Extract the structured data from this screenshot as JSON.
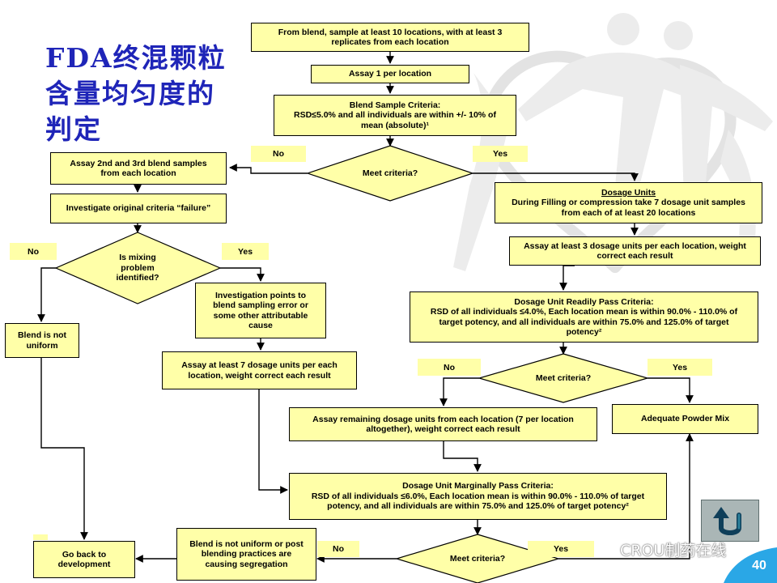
{
  "slide": {
    "title": "FDA终混颗粒含量均匀度的判定",
    "page_number": "40",
    "watermark": "CROU制药在线",
    "colors": {
      "box_fill": "#ffffa8",
      "title": "#1f25b8",
      "corner": "#2aa7e6",
      "line": "#000000"
    }
  },
  "flow": {
    "start": {
      "line1": "From blend, sample at least 10 locations, with at least 3",
      "line2": "replicates from each location"
    },
    "assay1": "Assay 1 per location",
    "blend_criteria": {
      "title": "Blend Sample Criteria:",
      "line2": "RSD≤5.0% and all individuals are within +/- 10% of",
      "line3": "mean (absolute)¹"
    },
    "meet1": "Meet criteria?",
    "no1": "No",
    "yes1": "Yes",
    "assay23": {
      "line1": "Assay 2nd and 3rd blend samples",
      "line2": "from each location"
    },
    "investigate": "Investigate original criteria “failure”",
    "mixing": {
      "line1": "Is mixing",
      "line2": "problem",
      "line3": "identified?"
    },
    "no2": "No",
    "yes2": "Yes",
    "not_uniform": {
      "line1": "Blend is not",
      "line2": "uniform"
    },
    "points": {
      "line1": "Investigation points to",
      "line2": "blend sampling error or",
      "line3": "some other attributable",
      "line4": "cause"
    },
    "assay7": {
      "line1": "Assay at least 7 dosage units per each",
      "line2": "location, weight correct each result"
    },
    "dosage_units": {
      "title": "Dosage Units",
      "line2": "During Filling or compression take 7 dosage unit samples",
      "line3": "from each of at least 20 locations"
    },
    "assay3": {
      "line1": "Assay at least 3 dosage units per each location, weight",
      "line2": "correct each result"
    },
    "readily": {
      "title": "Dosage Unit Readily Pass Criteria:",
      "line2": "RSD of all individuals ≤4.0%, Each location mean is within 90.0% - 110.0% of",
      "line3": "target potency, and all individuals are within 75.0% and 125.0% of target",
      "line4": "potency²"
    },
    "meet2": "Meet criteria?",
    "no3": "No",
    "yes3": "Yes",
    "remaining": {
      "line1": "Assay remaining dosage units from each location (7 per location",
      "line2": "altogether), weight correct each result"
    },
    "adequate": "Adequate Powder Mix",
    "marginal": {
      "title": "Dosage Unit Marginally Pass Criteria:",
      "line2": "RSD of all individuals ≤6.0%, Each location mean is within 90.0% - 110.0% of target",
      "line3": "potency, and all individuals are within 75.0% and 125.0% of target potency²"
    },
    "meet3": "Meet criteria?",
    "no4": "No",
    "yes4": "Yes",
    "segregation": {
      "line1": "Blend is not uniform or post",
      "line2": "blending practices are",
      "line3": "causing segregation"
    },
    "go_back": {
      "line1": "Go back to",
      "line2": "development"
    }
  }
}
